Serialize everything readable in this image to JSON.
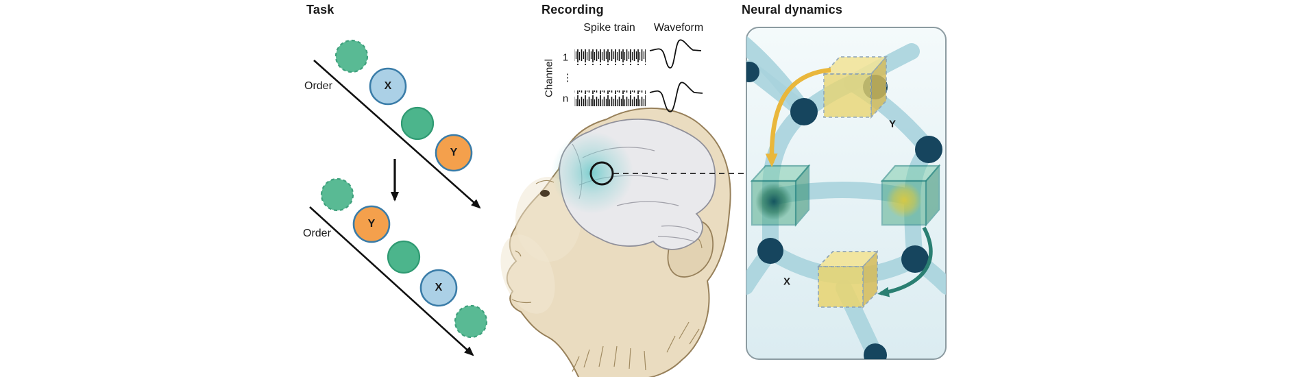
{
  "task": {
    "title": "Task",
    "order_top": "Order",
    "order_bottom": "Order",
    "x_label": "X",
    "y_label": "Y"
  },
  "recording": {
    "title": "Recording",
    "spike_train_label": "Spike train",
    "waveform_label": "Waveform",
    "channel_label": "Channel",
    "channel_first": "1",
    "channel_ellipsis": "⋮",
    "channel_last": "n"
  },
  "neural_dynamics": {
    "title": "Neural dynamics",
    "state_x_label": "X",
    "state_y_label": "Y"
  },
  "colors": {
    "ink": "#111111",
    "green_fill": "#4cb58c",
    "green_stroke": "#2f9a72",
    "blue_fill": "#abd0e6",
    "blue_stroke": "#3a7ca8",
    "orange_fill": "#f4a04c",
    "band_blue": "#a9d3dd",
    "node_navy": "#16455e",
    "panel_stroke": "#8c9ba1",
    "cube_yellow": "#e8d470",
    "cube_edge_dashed": "#8aa0b0",
    "cube_green_edge": "#1b8077",
    "arrow_yellow": "#e9b73c",
    "arrow_teal": "#2a7f72",
    "head_fill": "#eadcc0",
    "head_stroke": "#97805a",
    "brain_fill": "#e9e9ec",
    "brain_stroke": "#90909a",
    "glow_teal": "#56c4c4"
  }
}
